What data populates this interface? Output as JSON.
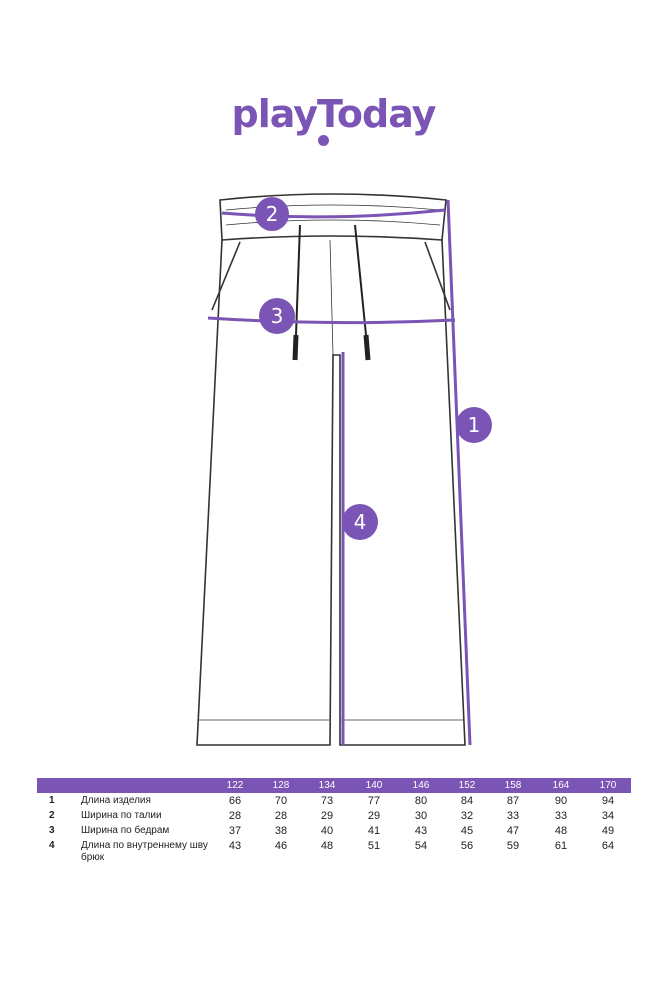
{
  "brand": {
    "name": "playToday",
    "color": "#7b55b5"
  },
  "markers": [
    "1",
    "2",
    "3",
    "4"
  ],
  "table": {
    "sizes": [
      "122",
      "128",
      "134",
      "140",
      "146",
      "152",
      "158",
      "164",
      "170"
    ],
    "rows": [
      {
        "num": "1",
        "label": "Длина изделия",
        "values": [
          "66",
          "70",
          "73",
          "77",
          "80",
          "84",
          "87",
          "90",
          "94"
        ]
      },
      {
        "num": "2",
        "label": "Ширина по талии",
        "values": [
          "28",
          "28",
          "29",
          "29",
          "30",
          "32",
          "33",
          "33",
          "34"
        ]
      },
      {
        "num": "3",
        "label": "Ширина по бедрам",
        "values": [
          "37",
          "38",
          "40",
          "41",
          "43",
          "45",
          "47",
          "48",
          "49"
        ]
      },
      {
        "num": "4",
        "label": "Длина по внутреннему шву брюк",
        "values": [
          "43",
          "46",
          "48",
          "51",
          "54",
          "56",
          "59",
          "61",
          "64"
        ]
      }
    ]
  }
}
